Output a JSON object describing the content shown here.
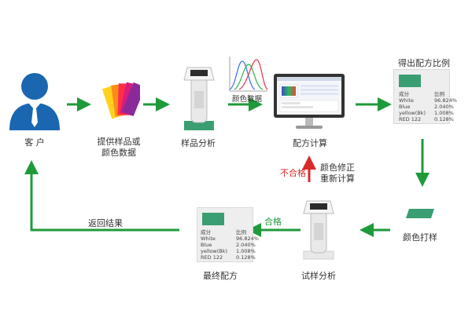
{
  "colors": {
    "arrow": "#1f9a3b",
    "reject": "#d92a2a",
    "swatch": "#3a9e73"
  },
  "nodes": {
    "customer": "客 户",
    "provide_samples": [
      "提供样品或",
      "颜色数据"
    ],
    "sample_analysis": "样品分析",
    "color_data": "颜色数据",
    "formula_calc": "配方计算",
    "get_ratio": "得出配方比例",
    "color_proof": "颜色打样",
    "trial_analysis": "试样分析",
    "final_formula": "最终配方",
    "return_result": "返回结果",
    "qualified": "合格",
    "unqualified": "不合格",
    "color_correct": [
      "颜色修正",
      "重新计算"
    ]
  },
  "formula_table": {
    "header": [
      "成分",
      "比例"
    ],
    "rows": [
      [
        "White",
        "96.824%"
      ],
      [
        "Blue",
        "2.040%"
      ],
      [
        "yellow(Bk)",
        "1.008%"
      ],
      [
        "RED 122",
        "0.128%"
      ]
    ]
  }
}
